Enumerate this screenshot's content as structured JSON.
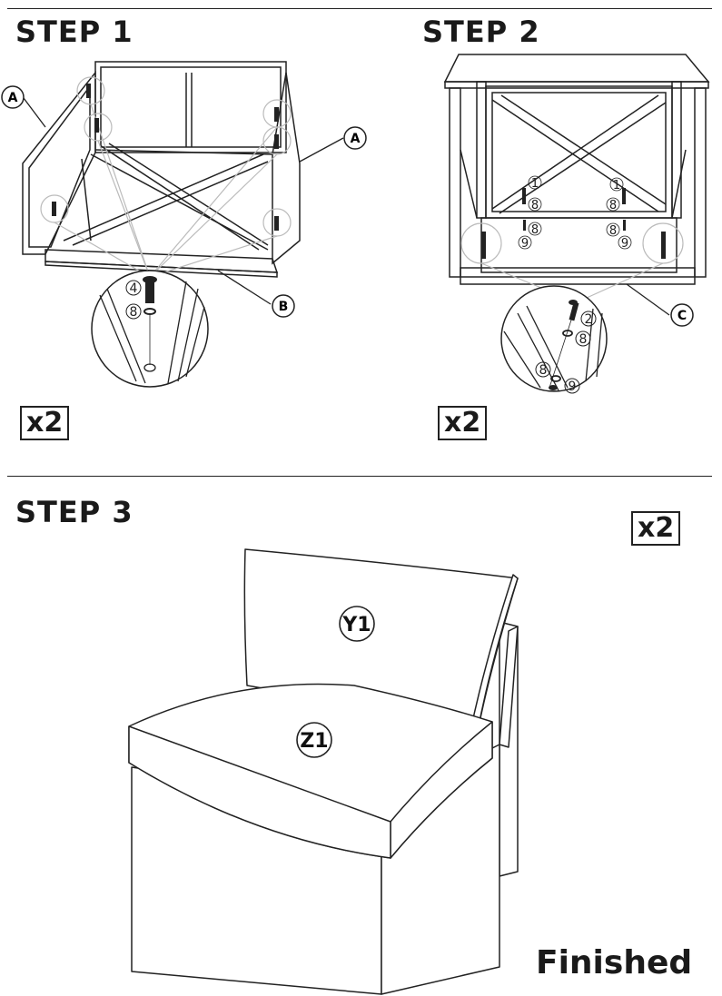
{
  "step1": {
    "title": "STEP 1",
    "quantity": "x2",
    "callouts": {
      "left": "A",
      "right": "A",
      "bottom": "B"
    },
    "parts": {
      "bolt": "4",
      "washer": "8"
    }
  },
  "step2": {
    "title": "STEP 2",
    "quantity": "x2",
    "callouts": {
      "bottom": "C"
    },
    "parts": {
      "bolt": "2",
      "washer_a": "8",
      "washer_b": "8",
      "nut": "9",
      "upper_left_bolt": "1",
      "upper_left_washer": "8",
      "upper_left_washer2": "8",
      "upper_left_nut": "9",
      "upper_right_bolt": "1",
      "upper_right_washer": "8",
      "upper_right_washer2": "8",
      "upper_right_nut": "9"
    }
  },
  "step3": {
    "title": "STEP 3",
    "quantity": "x2",
    "cushions": {
      "back": "Y1",
      "seat": "Z1"
    }
  },
  "footer": {
    "finished": "Finished"
  }
}
